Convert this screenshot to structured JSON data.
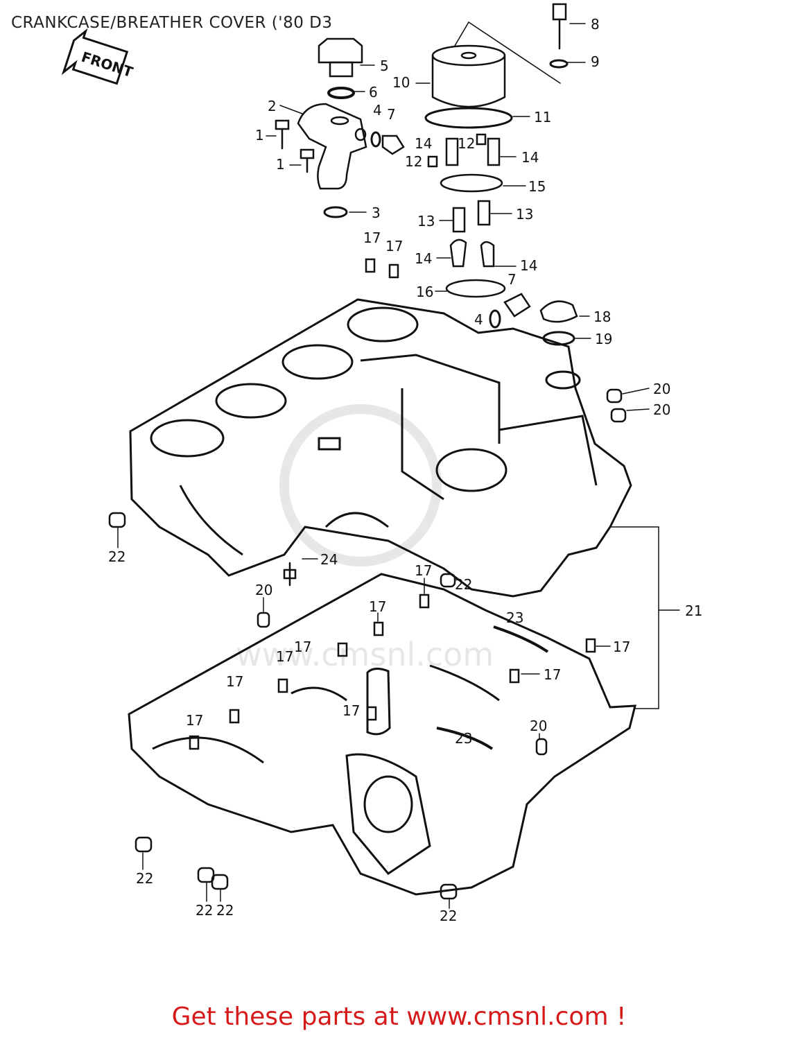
{
  "title": "CRANKCASE/BREATHER COVER ('80 D3",
  "front_badge": "FRONT",
  "footer_text": "Get these parts at www.cmsnl.com !",
  "watermark_text": "www.cmsnl.com",
  "colors": {
    "footer": "#d61a1a",
    "line": "#111111",
    "watermark": "#cfcfcf"
  },
  "callouts": [
    "1",
    "1",
    "2",
    "3",
    "4",
    "4",
    "5",
    "6",
    "7",
    "7",
    "8",
    "9",
    "10",
    "11",
    "12",
    "12",
    "13",
    "13",
    "14",
    "14",
    "14",
    "14",
    "15",
    "16",
    "17",
    "17",
    "17",
    "17",
    "17",
    "17",
    "17",
    "17",
    "17",
    "17",
    "17",
    "18",
    "19",
    "20",
    "20",
    "20",
    "20",
    "21",
    "22",
    "22",
    "22",
    "22",
    "22",
    "22",
    "23",
    "23",
    "24"
  ]
}
